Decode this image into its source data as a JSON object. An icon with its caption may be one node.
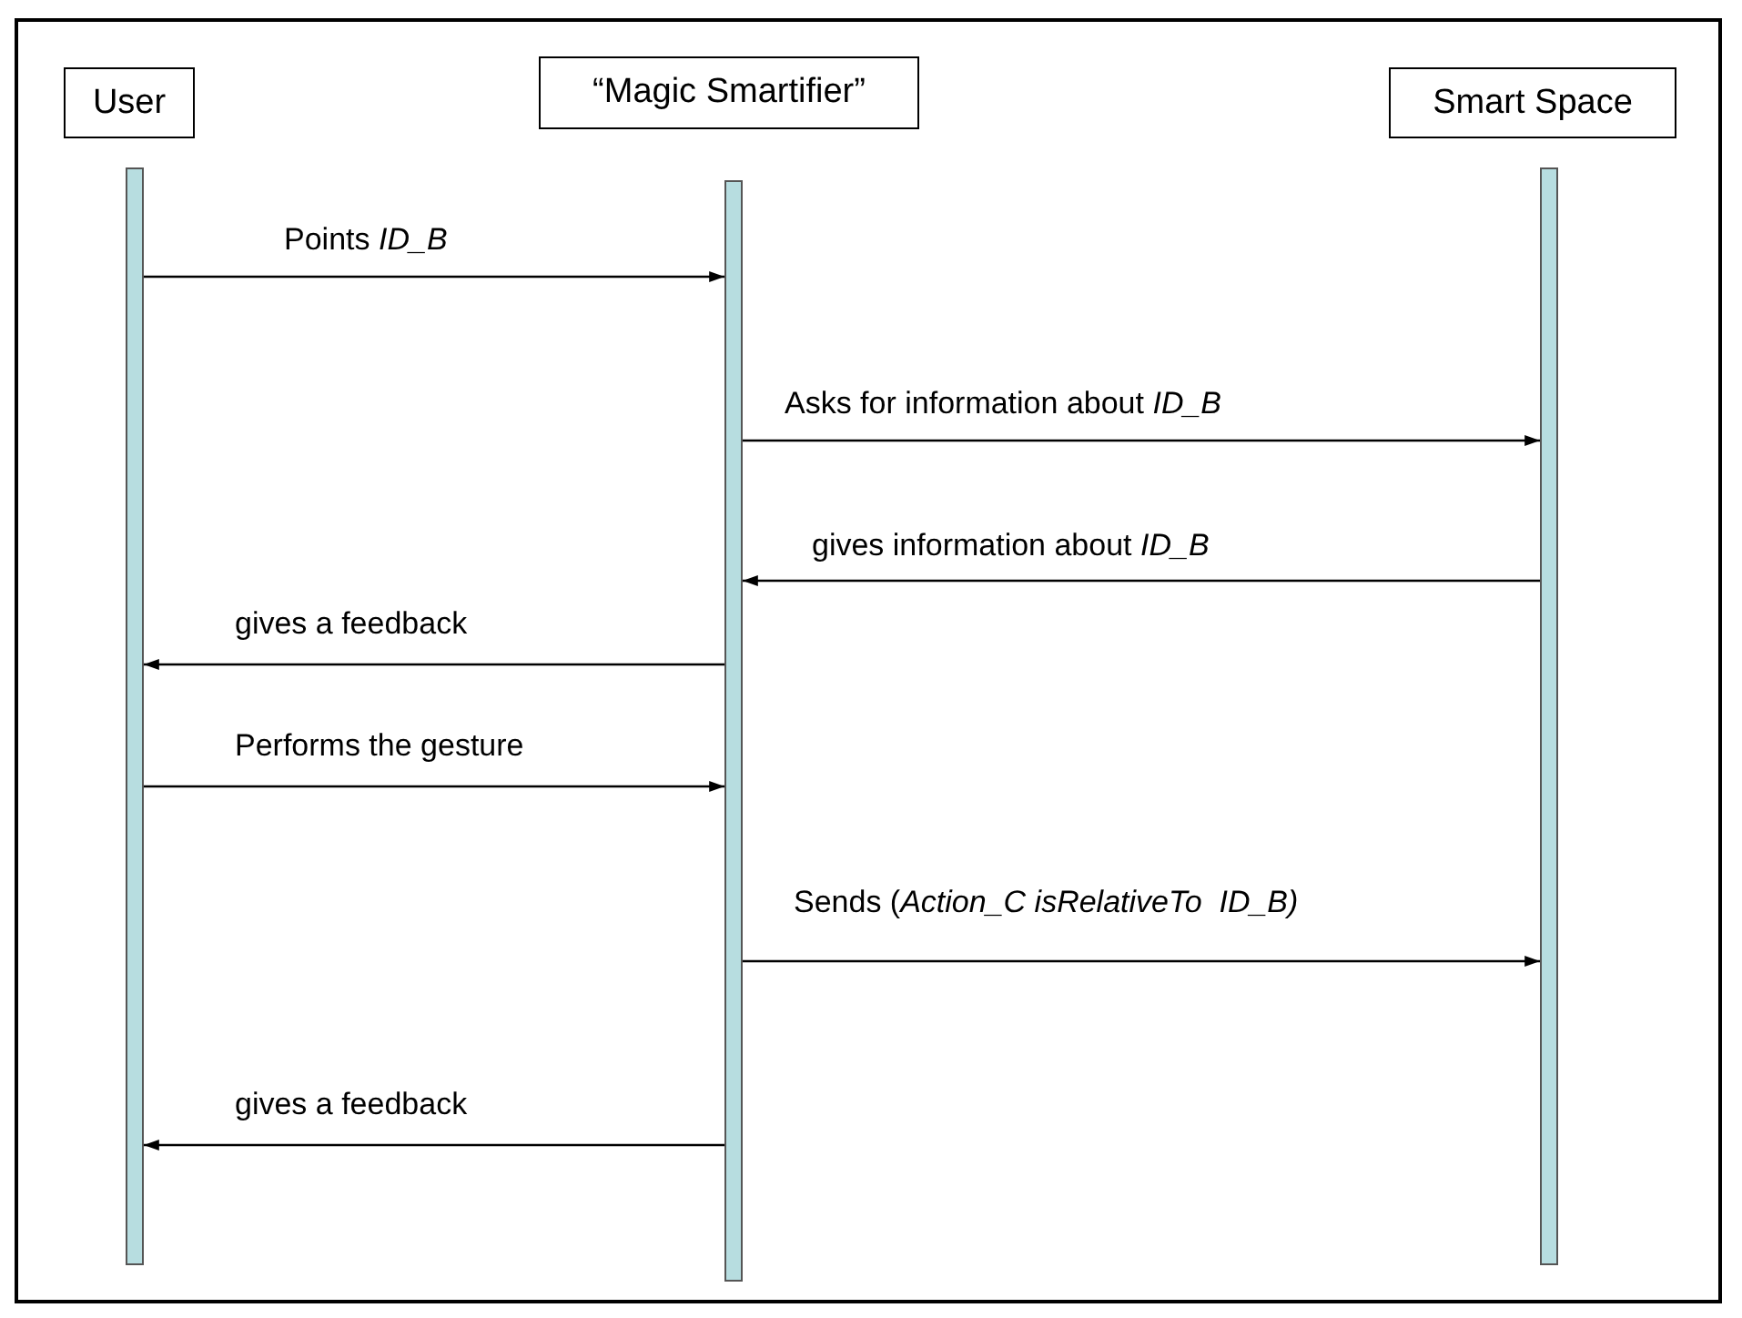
{
  "diagram": {
    "nodes": [
      {
        "text": [
          "User"
        ]
      },
      {
        "text": [
          "“Magic Smartifier”"
        ]
      },
      {
        "text": [
          "Smart Space"
        ]
      },
      {
        "text": [],
        "shape": "bar"
      },
      {
        "text": [],
        "shape": "bar"
      },
      {
        "text": [],
        "shape": "bar"
      }
    ],
    "edges": [
      {
        "from": 3,
        "to": 4,
        "arrow": "to",
        "label": "Points *ID_B*"
      },
      {
        "from": 4,
        "to": 5,
        "arrow": "to",
        "label": "Asks for information about *ID_B*"
      },
      {
        "from": 5,
        "to": 4,
        "arrow": "to",
        "label": "gives information about *ID_B*"
      },
      {
        "from": 4,
        "to": 3,
        "arrow": "to",
        "label": "gives a feedback"
      },
      {
        "from": 3,
        "to": 4,
        "arrow": "to",
        "label": "Performs the gesture"
      },
      {
        "from": 4,
        "to": 5,
        "arrow": "to",
        "label": "Sends (*Action_C isRelativeTo  ID_B)*"
      },
      {
        "from": 4,
        "to": 3,
        "arrow": "to",
        "label": "gives a feedback"
      }
    ]
  }
}
